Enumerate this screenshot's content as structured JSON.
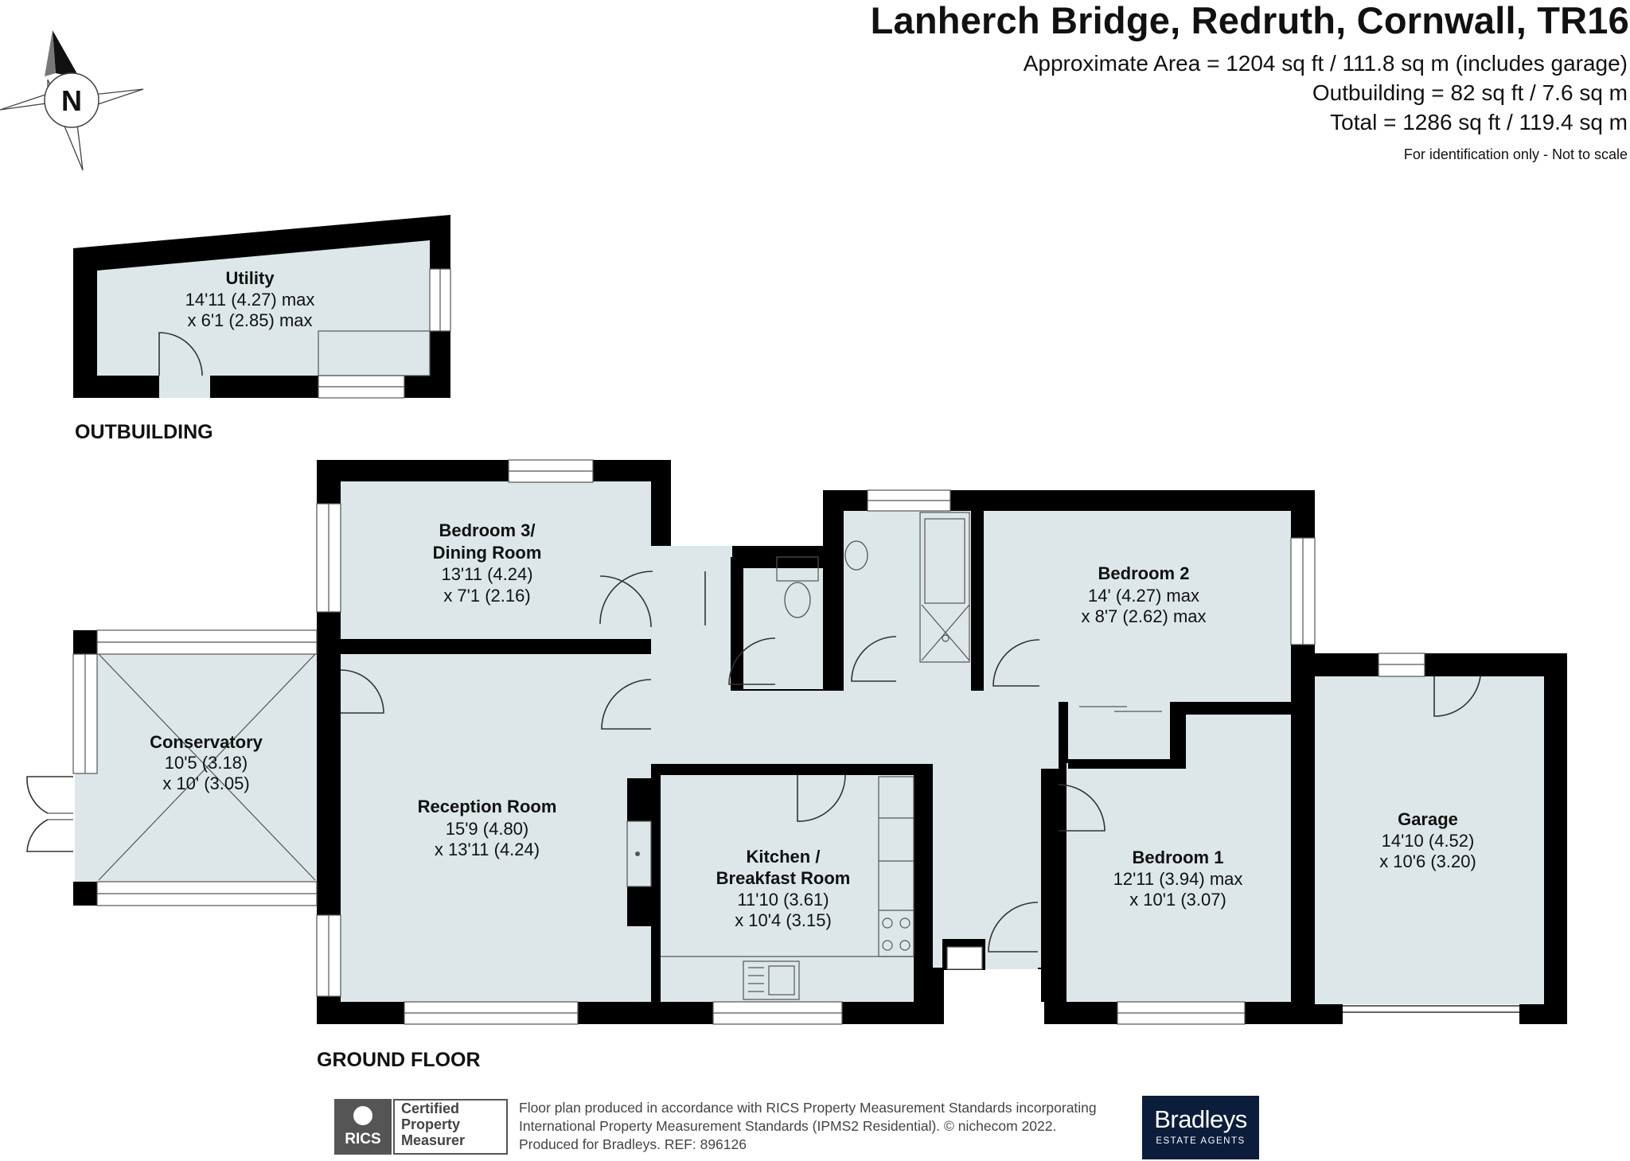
{
  "header": {
    "title": "Lanherch Bridge, Redruth, Cornwall, TR16",
    "area_main": "Approximate Area = 1204 sq ft / 111.8 sq m (includes garage)",
    "area_outbuilding": "Outbuilding = 82 sq ft / 7.6 sq m",
    "area_total": "Total = 1286 sq ft / 119.4 sq m",
    "note": "For identification only - Not to scale"
  },
  "compass": {
    "label": "N",
    "icon": "compass-rose-icon"
  },
  "floors": {
    "outbuilding": "OUTBUILDING",
    "ground": "GROUND FLOOR"
  },
  "rooms": {
    "utility": {
      "name": "Utility",
      "dim1": "14'11 (4.27) max",
      "dim2": "x 6'1 (2.85) max"
    },
    "bedroom3": {
      "name1": "Bedroom 3/",
      "name2": "Dining Room",
      "dim1": "13'11 (4.24)",
      "dim2": "x 7'1 (2.16)"
    },
    "bedroom2": {
      "name": "Bedroom 2",
      "dim1": "14' (4.27) max",
      "dim2": "x 8'7 (2.62) max"
    },
    "conservatory": {
      "name": "Conservatory",
      "dim1": "10'5 (3.18)",
      "dim2": "x 10' (3.05)"
    },
    "reception": {
      "name": "Reception Room",
      "dim1": "15'9 (4.80)",
      "dim2": "x 13'11 (4.24)"
    },
    "kitchen": {
      "name1": "Kitchen /",
      "name2": "Breakfast Room",
      "dim1": "11'10 (3.61)",
      "dim2": "x 10'4 (3.15)"
    },
    "bedroom1": {
      "name": "Bedroom 1",
      "dim1": "12'11 (3.94) max",
      "dim2": "x 10'1 (3.07)"
    },
    "garage": {
      "name": "Garage",
      "dim1": "14'10 (4.52)",
      "dim2": "x 10'6 (3.20)"
    }
  },
  "footer": {
    "line1": "Floor plan produced in accordance with RICS Property Measurement Standards incorporating",
    "line2": "International Property Measurement Standards (IPMS2 Residential).  © nichecom 2022.",
    "line3": "Produced for Bradleys.   REF:  896126",
    "rics_word": "RICS",
    "cert1": "Certified",
    "cert2": "Property",
    "cert3": "Measurer",
    "brand_name": "Bradleys",
    "brand_sub": "ESTATE AGENTS"
  },
  "colors": {
    "wall": "#000000",
    "floor": "#dde7e9",
    "window": "#ffffff"
  }
}
